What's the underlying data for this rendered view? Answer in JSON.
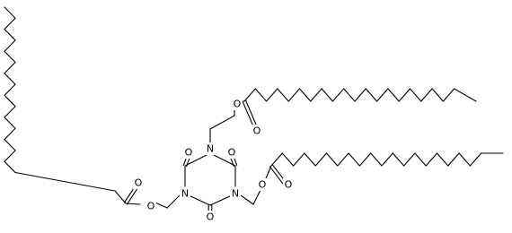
{
  "diagram": {
    "type": "chemical-structure",
    "atoms": {
      "n_top": "N",
      "n_left": "N",
      "n_right": "N",
      "o_ring_left": "O",
      "o_ring_right": "O",
      "o_ring_bottom": "O",
      "o_ester_top": "O",
      "o_carbonyl_top": "O",
      "o_ester_left": "O",
      "o_carbonyl_left": "O",
      "o_ester_right": "O",
      "o_carbonyl_right": "O"
    }
  }
}
